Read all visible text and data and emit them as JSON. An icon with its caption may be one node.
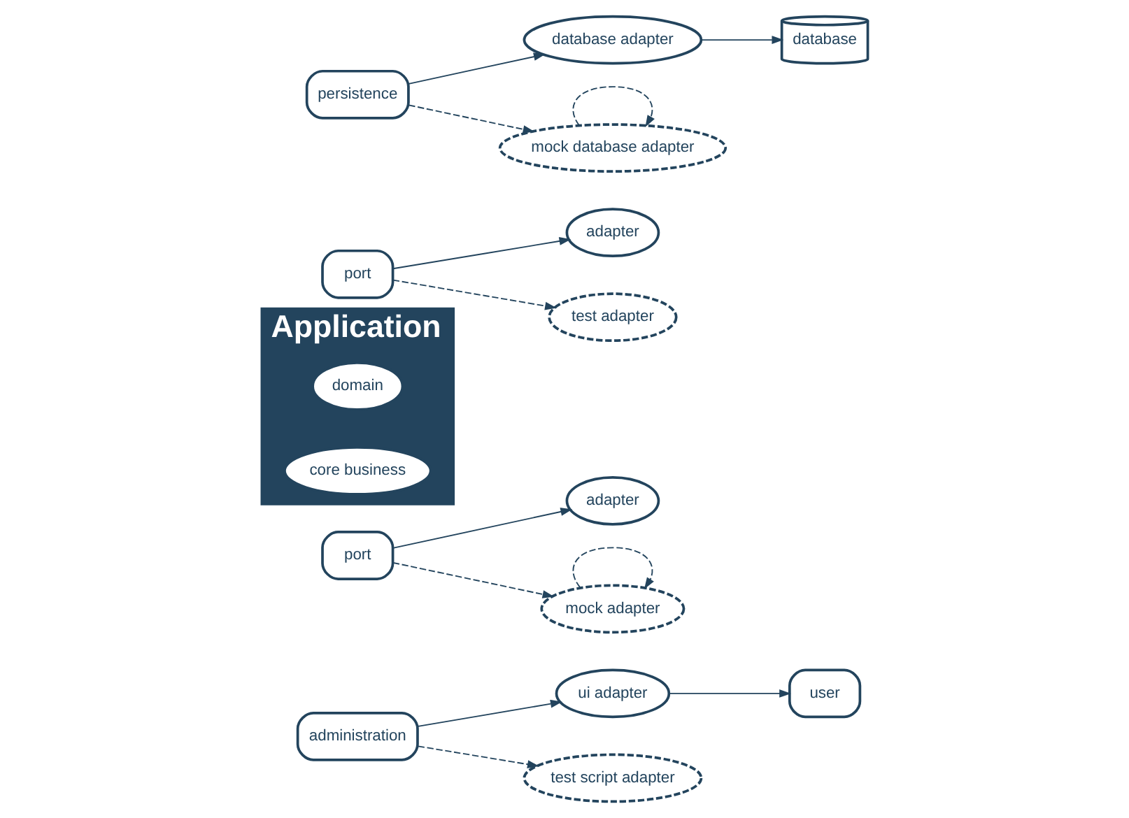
{
  "diagram": {
    "nodes": [
      {
        "text": [
          "user"
        ]
      },
      {
        "text": [
          "ui adapter"
        ]
      },
      {
        "text": [
          "adapter"
        ]
      },
      {
        "text": [
          "Application"
        ]
      },
      {
        "text": [
          "domain"
        ],
        "in": 3
      },
      {
        "text": [
          "core business"
        ],
        "in": 3
      },
      {
        "text": [
          "administration"
        ]
      },
      {
        "text": [
          "port"
        ]
      },
      {
        "text": [
          "test script adapter"
        ]
      },
      {
        "text": [
          "mock adapter"
        ]
      },
      {
        "text": [
          "adapter"
        ]
      },
      {
        "text": [
          "port"
        ]
      },
      {
        "text": [
          "persistence"
        ]
      },
      {
        "text": [
          "database adapter"
        ]
      },
      {
        "text": [
          "test adapter"
        ]
      },
      {
        "text": [
          "database"
        ]
      },
      {
        "text": [
          "mock database adapter"
        ]
      }
    ],
    "edges": [
      {
        "from": 6,
        "to": 1,
        "arrow": "to"
      },
      {
        "from": 1,
        "to": 0,
        "arrow": "to"
      },
      {
        "from": 6,
        "to": 8,
        "arrow": "to",
        "style": "dashed"
      },
      {
        "from": 7,
        "to": 2,
        "arrow": "to"
      },
      {
        "from": 7,
        "to": 9,
        "arrow": "to",
        "style": "dashed"
      },
      {
        "from": 9,
        "to": 9,
        "arrow": "to",
        "style": "dashed"
      },
      {
        "from": 11,
        "to": 10,
        "arrow": "to"
      },
      {
        "from": 11,
        "to": 14,
        "arrow": "to",
        "style": "dashed"
      },
      {
        "from": 12,
        "to": 13,
        "arrow": "to"
      },
      {
        "from": 13,
        "to": 15,
        "arrow": "to"
      },
      {
        "from": 12,
        "to": 16,
        "arrow": "to",
        "style": "dashed"
      },
      {
        "from": 16,
        "to": 16,
        "arrow": "to",
        "style": "dashed"
      }
    ]
  }
}
